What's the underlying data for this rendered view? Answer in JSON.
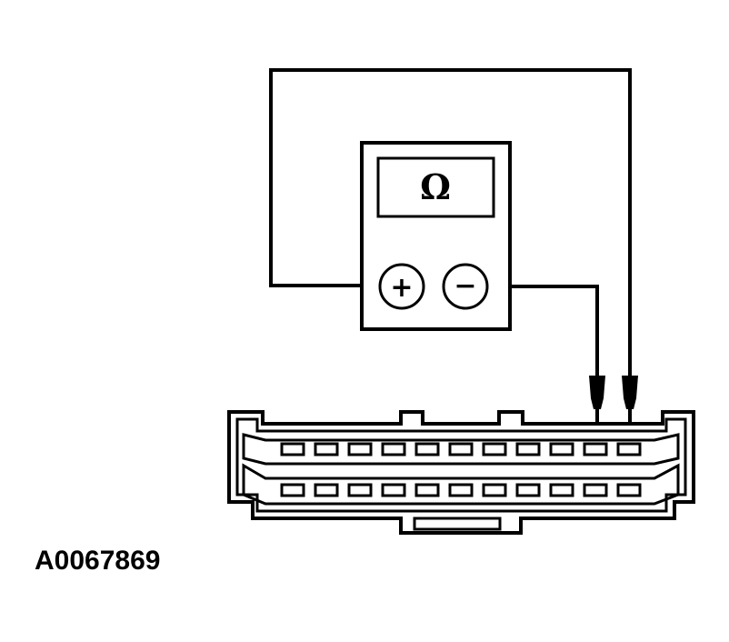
{
  "meter": {
    "display_symbol": "Ω",
    "positive_symbol": "+",
    "negative_symbol": "−"
  },
  "connector": {
    "pins_per_row": 11,
    "rows": 2
  },
  "reference_id": "A0067869"
}
